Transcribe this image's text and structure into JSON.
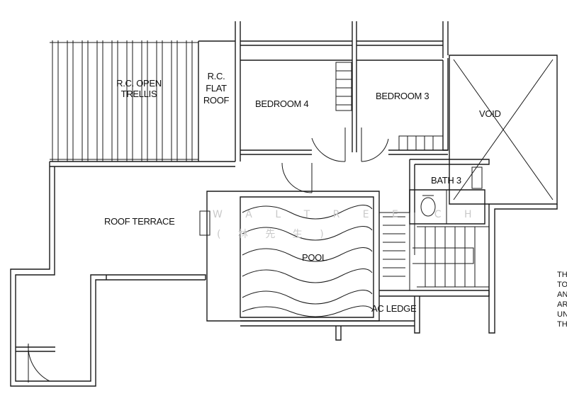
{
  "rooms": {
    "rc_open_trellis": "R.C. OPEN\nTRELLIS",
    "rc_flat_roof": "R.C.\nFLAT\nROOF",
    "bedroom_4": "BEDROOM 4",
    "bedroom_3": "BEDROOM 3",
    "void": "VOID",
    "bath_3": "BATH 3",
    "roof_terrace": "ROOF TERRACE",
    "pool": "POOL",
    "ac_ledge": "AC LEDGE"
  },
  "watermark": {
    "line1": "W A L T R E E  C H",
    "line2": "( 林 先 生 )"
  },
  "side_note": [
    "TH",
    "TO",
    "AN",
    "AR",
    "UN",
    "TH"
  ],
  "colors": {
    "line": "#1a1a1a",
    "watermark": "#c9c9c9",
    "background": "#ffffff"
  }
}
